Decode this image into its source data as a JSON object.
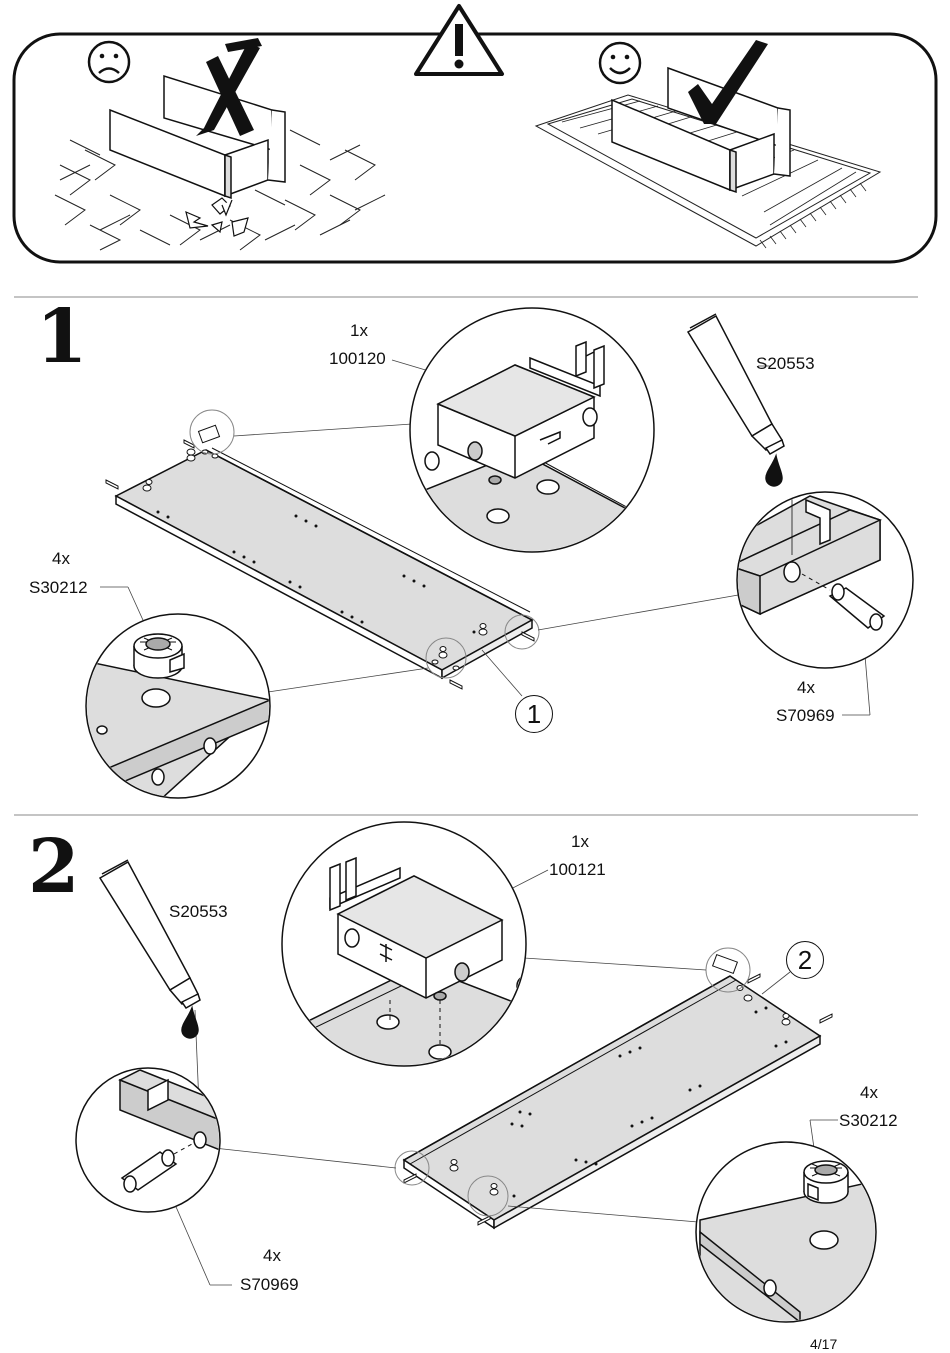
{
  "warning": {
    "bad_face": "sad-face-icon",
    "good_face": "smiley-face-icon",
    "warning_mark": "!"
  },
  "step1": {
    "number": "1",
    "bracket_qty": "1x",
    "bracket_code": "100120",
    "glue_code": "S20553",
    "cam_qty": "4x",
    "cam_code": "S30212",
    "dowel_qty": "4x",
    "dowel_code": "S70969",
    "callout": "1"
  },
  "step2": {
    "number": "2",
    "bracket_qty": "1x",
    "bracket_code": "100121",
    "glue_code": "S20553",
    "cam_qty": "4x",
    "cam_code": "S30212",
    "dowel_qty": "4x",
    "dowel_code": "S70969",
    "callout": "2"
  },
  "page": {
    "number": "4/17"
  }
}
